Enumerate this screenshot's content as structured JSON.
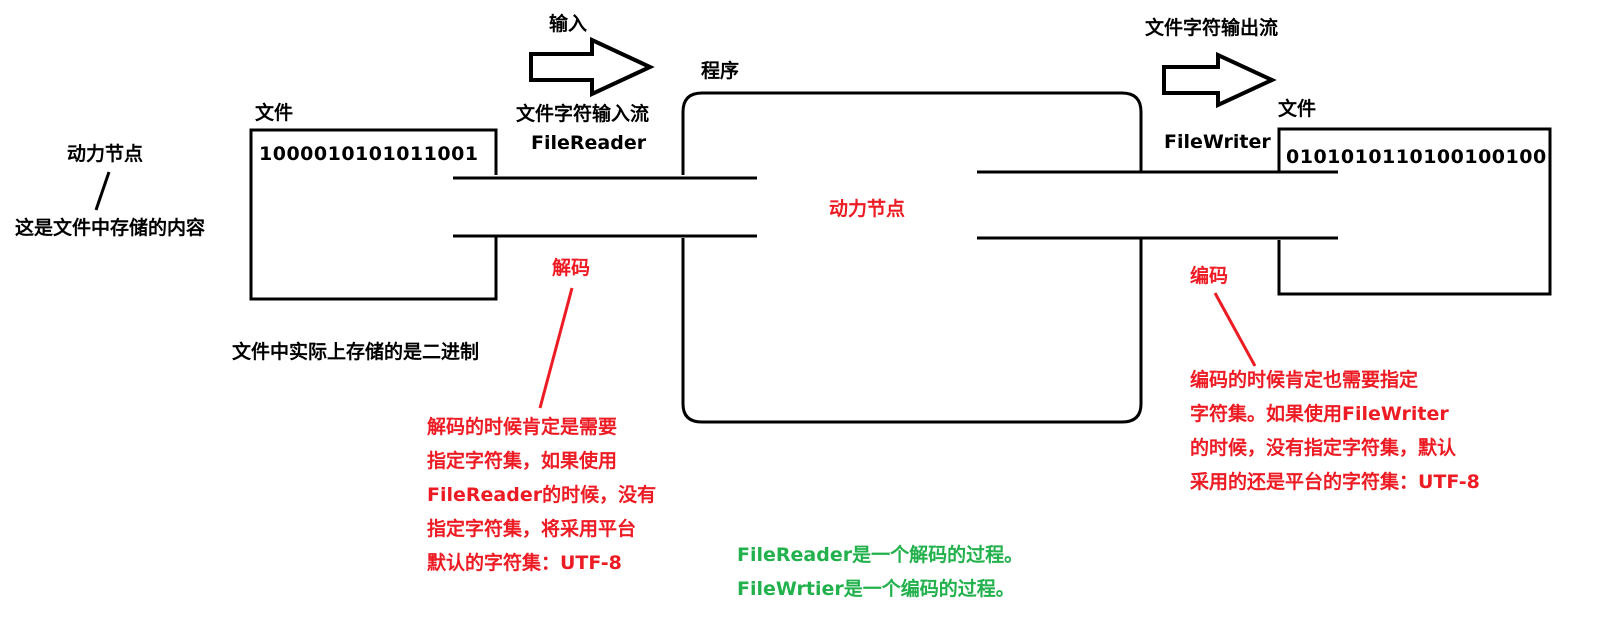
{
  "labels": {
    "input": "输入",
    "program": "程序",
    "left_file": "文件",
    "right_file": "文件",
    "left_file_bits": "1000010101011001",
    "right_file_bits": "0101010110100100100",
    "driving_node_left": "动力节点",
    "left_note": "这是文件中存储的内容",
    "reader_stream": "文件字符输入流",
    "reader_class": "FileReader",
    "program_center": "动力节点",
    "writer_stream": "文件字符输出流",
    "writer_class": "FileWriter",
    "binary_note": "文件中实际上存储的是二进制",
    "decode": "解码",
    "encode": "编码"
  },
  "decode_note": [
    "解码的时候肯定是需要",
    "指定字符集，如果使用",
    "FileReader的时候，没有",
    "指定字符集，将采用平台",
    "默认的字符集：UTF-8"
  ],
  "encode_note": [
    "编码的时候肯定也需要指定",
    "字符集。如果使用FileWriter",
    "的时候，没有指定字符集，默认",
    "采用的还是平台的字符集：UTF-8"
  ],
  "summary": [
    "FileReader是一个解码的过程。",
    "FileWrtier是一个编码的过程。"
  ],
  "colors": {
    "stroke": "#000000",
    "annotation_red": "#ed1c24",
    "summary_green": "#22b14c"
  }
}
